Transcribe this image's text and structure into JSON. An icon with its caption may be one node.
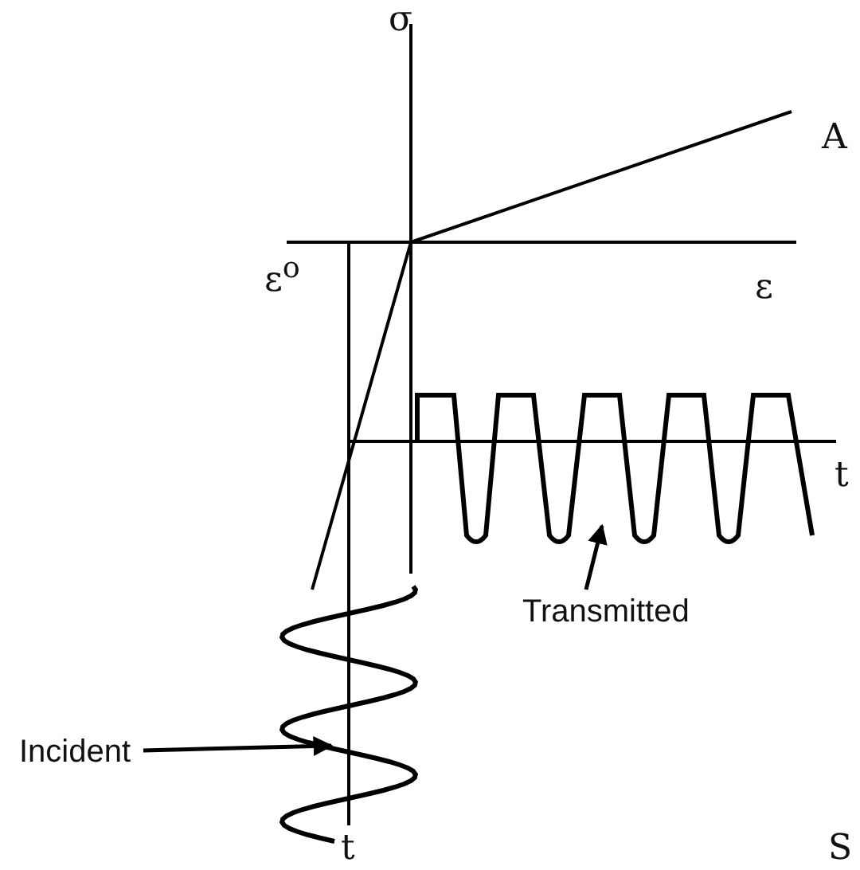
{
  "diagram": {
    "nodes": [
      {
        "text": [
          "Transmitted"
        ]
      },
      {
        "text": [],
        "shape": "curve"
      },
      {
        "text": [
          "Incident"
        ]
      },
      {
        "text": [],
        "shape": "curve"
      }
    ],
    "edges": [
      {
        "from": 0,
        "to": 1,
        "arrow": "to"
      },
      {
        "from": 2,
        "to": 3,
        "arrow": "to"
      }
    ],
    "labels": [
      "σ",
      "A",
      "ε$^{o}$",
      "ε",
      "t",
      "t",
      "S"
    ]
  }
}
